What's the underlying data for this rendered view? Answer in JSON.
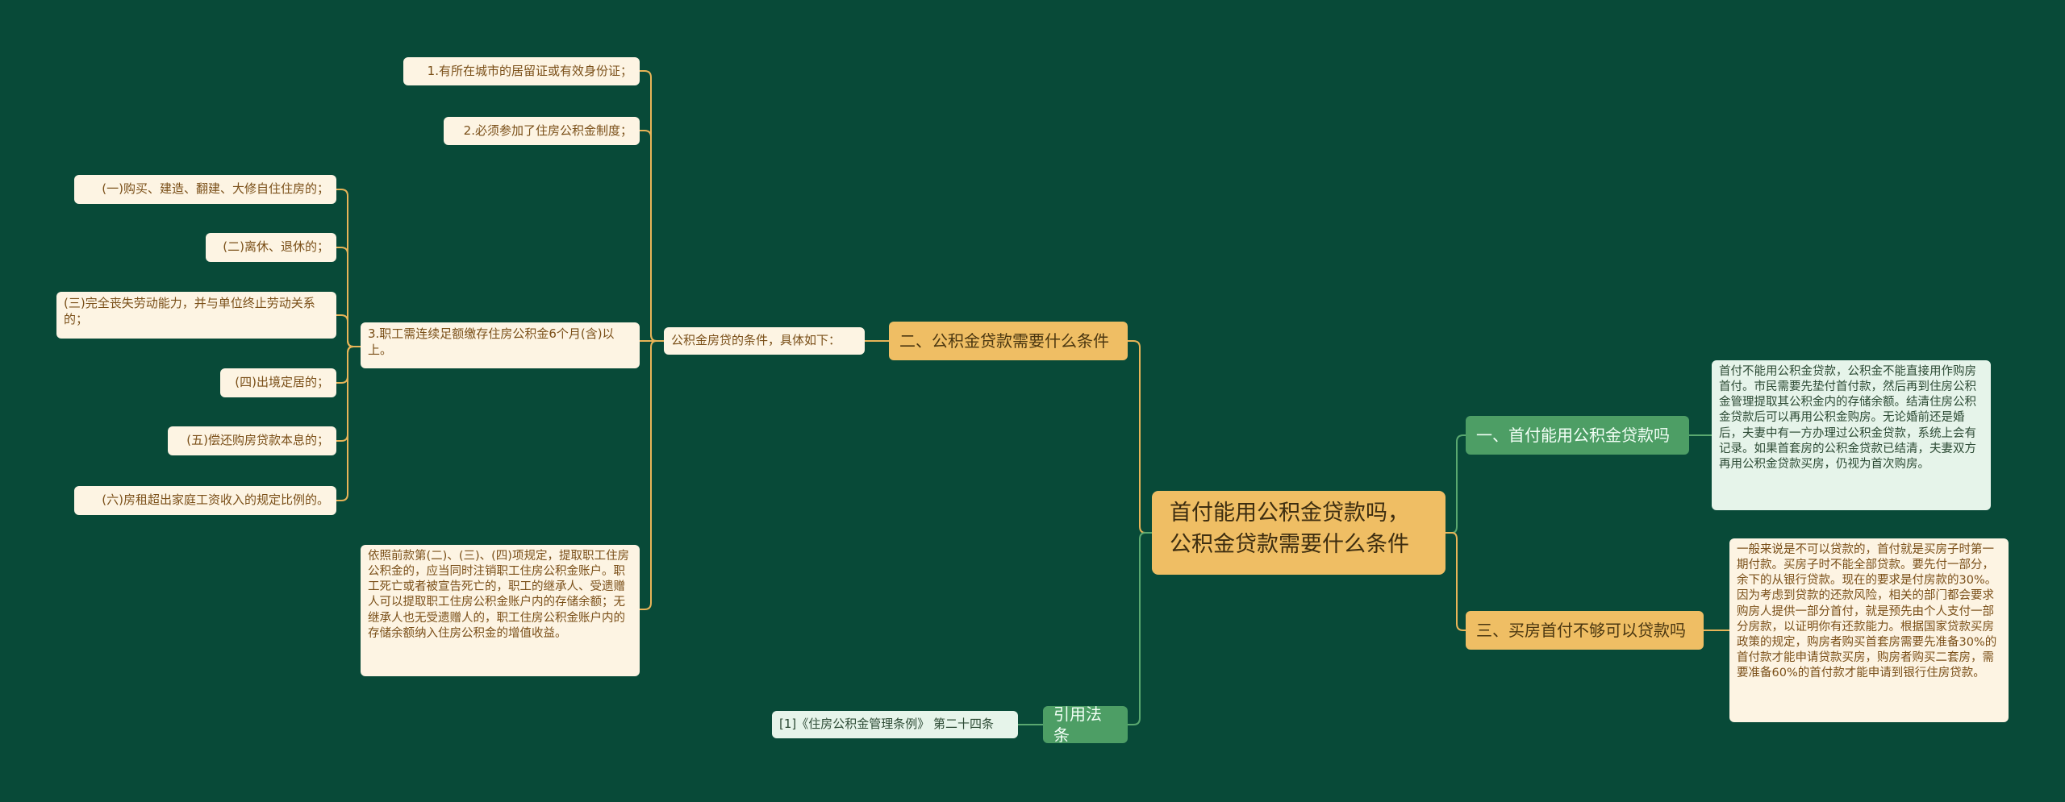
{
  "root": {
    "line1": "首付能用公积金贷款吗，",
    "line2": "公积金贷款需要什么条件"
  },
  "branches": {
    "conditions": "二、公积金贷款需要什么条件",
    "law": "引用法条",
    "first_pay": "一、首付能用公积金贷款吗",
    "not_enough": "三、买房首付不够可以贷款吗"
  },
  "conditions_intro": "公积金房贷的条件，具体如下：",
  "conditions_items": {
    "c1": "1.有所在城市的居留证或有效身份证；",
    "c2": "2.必须参加了住房公积金制度；",
    "c3": "3.职工需连续足额缴存住房公积金6个月(含)以上。",
    "c4": "依照前款第(二)、(三)、(四)项规定，提取职工住房公积金的，应当同时注销职工住房公积金账户。职工死亡或者被宣告死亡的，职工的继承人、受遗赠人可以提取职工住房公积金账户内的存储余额；无继承人也无受遗赠人的，职工住房公积金账户内的存储余额纳入住房公积金的增值收益。"
  },
  "sub_items": {
    "s1": "(一)购买、建造、翻建、大修自住住房的；",
    "s2": "(二)离休、退休的；",
    "s3": "(三)完全丧失劳动能力，并与单位终止劳动关系的；",
    "s4": "(四)出境定居的；",
    "s5": "(五)偿还购房贷款本息的；",
    "s6": "(六)房租超出家庭工资收入的规定比例的。"
  },
  "law_item": "[1]《住房公积金管理条例》 第二十四条",
  "first_pay_text": "首付不能用公积金贷款，公积金不能直接用作购房首付。市民需要先垫付首付款，然后再到住房公积金管理提取其公积金内的存储余额。结清住房公积金贷款后可以再用公积金购房。无论婚前还是婚后，夫妻中有一方办理过公积金贷款，系统上会有记录。如果首套房的公积金贷款已结清，夫妻双方再用公积金贷款买房，仍视为首次购房。",
  "not_enough_text": "一般来说是不可以贷款的，首付就是买房子时第一期付款。买房子时不能全部贷款。要先付一部分，余下的从银行贷款。现在的要求是付房款的30%。因为考虑到贷款的还款风险，相关的部门都会要求购房人提供一部分首付，就是预先由个人支付一部分房款，以证明你有还款能力。根据国家贷款买房政策的规定，购房者购买首套房需要先准备30%的首付款才能申请贷款买房，购房者购买二套房，需要准备60%的首付款才能申请到银行住房贷款。",
  "colors": {
    "background": "#084a38",
    "orange": "#efbe64",
    "green": "#4d9e65",
    "leaf": "#fdf4e3",
    "link_orange": "#e8b458",
    "link_green": "#5aa870"
  }
}
